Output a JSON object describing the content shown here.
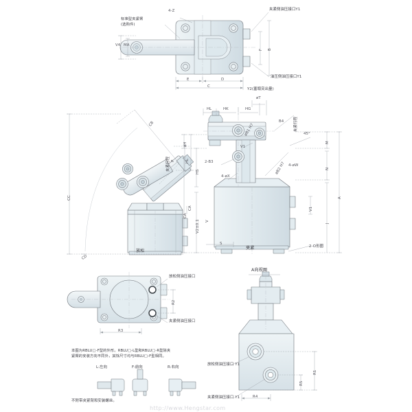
{
  "drawing": {
    "title_watermark": "http://www.Hengstar.com",
    "views": {
      "top_view_caption": "",
      "release_caption": "放松",
      "clamp_caption": "夹紧",
      "view_a_caption": "A向视图"
    },
    "callouts": {
      "standard_arm": "标准型夹紧臂\n(选购件)",
      "port_y1_clamp": "夹紧侧油压接口Y1",
      "port_y1_release": "油压侧油压接口Y1",
      "y2_plug": "Y2(塞頭突出量)",
      "bottom_release_port": "放松侧油压接口",
      "bottom_clamp_port": "夹紧侧油压接口",
      "right_release_port": "放松侧油压接口 Y1",
      "right_clamp_port": "夹紧侧油压接口 Y1",
      "o_ring": "2-O形圈",
      "clamp_stroke": "夹紧行程",
      "clamp_stroke_2": "夹紧行程"
    },
    "dimensions": {
      "top_view": [
        "4-Z",
        "V4",
        "MA",
        "E",
        "D",
        "C",
        "F",
        "B"
      ],
      "left_view": [
        "CC",
        "CD",
        "CB",
        "CA",
        "HL",
        "P"
      ],
      "center_view": [
        "HL",
        "HK",
        "HG",
        "øT",
        "B4",
        "V1",
        "2-B3",
        "4-øX",
        "4-øW",
        "øH",
        "HS",
        "S",
        "V2±0.1",
        "V",
        "CA"
      ],
      "right_view": [
        "A",
        "M",
        "N",
        "J",
        "øB1 H7",
        "øB2 H7",
        "45°"
      ],
      "bottom_left_view": [
        "R2",
        "R3"
      ],
      "bottom_right_view": [
        "R1",
        "R5",
        "R4"
      ]
    },
    "notes": {
      "main": "本图为RBLU□-F型的外形。RBLU□-L型和RBLU□-R型除夹\n紧臂的安装方向不同外，其馀尺寸均与RBLU□-F型相同。",
      "variants": [
        {
          "code": "L",
          "label": "L:左向"
        },
        {
          "code": "F",
          "label": "F:前向"
        },
        {
          "code": "R",
          "label": "R:右向"
        }
      ],
      "footer": "不附带夹紧臂和安装螺丝。"
    },
    "colors": {
      "line": "#6d7278",
      "thin_line": "#a9aeb4",
      "body_fill": "#dfe8ec",
      "body_fill_light": "#eaf1f4",
      "text": "#3f3f46"
    }
  }
}
